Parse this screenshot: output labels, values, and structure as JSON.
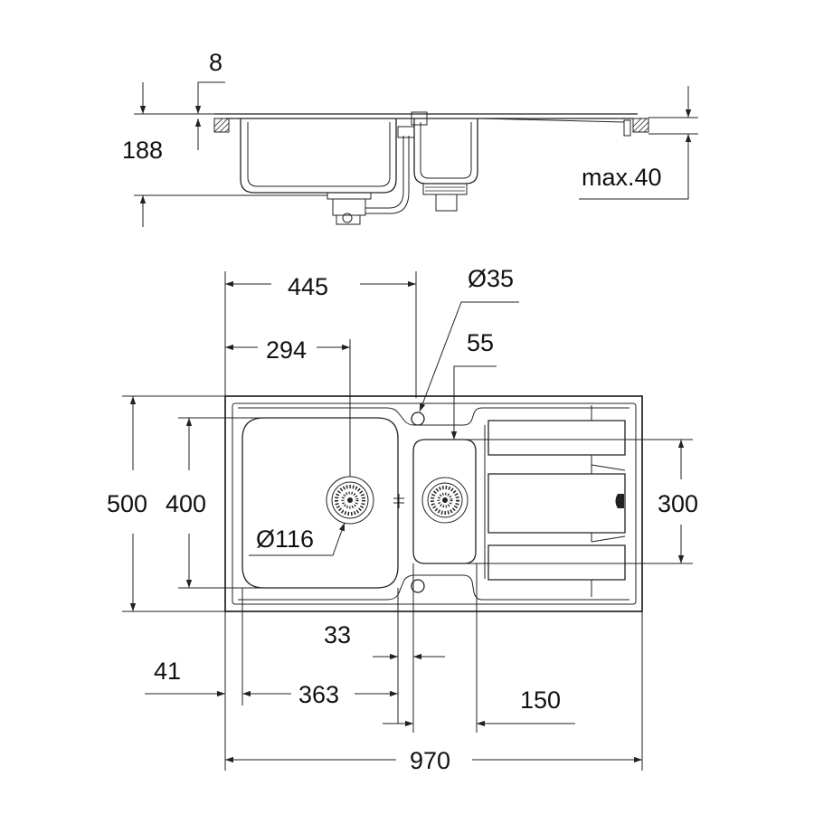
{
  "labels": {
    "d8": "8",
    "d188": "188",
    "dmax40": "max.40",
    "d445": "445",
    "d35": "Ø35",
    "d294": "294",
    "d55": "55",
    "d500": "500",
    "d400": "400",
    "d300": "300",
    "d116": "Ø116",
    "d33": "33",
    "d41": "41",
    "d363": "363",
    "d150": "150",
    "d970": "970"
  }
}
